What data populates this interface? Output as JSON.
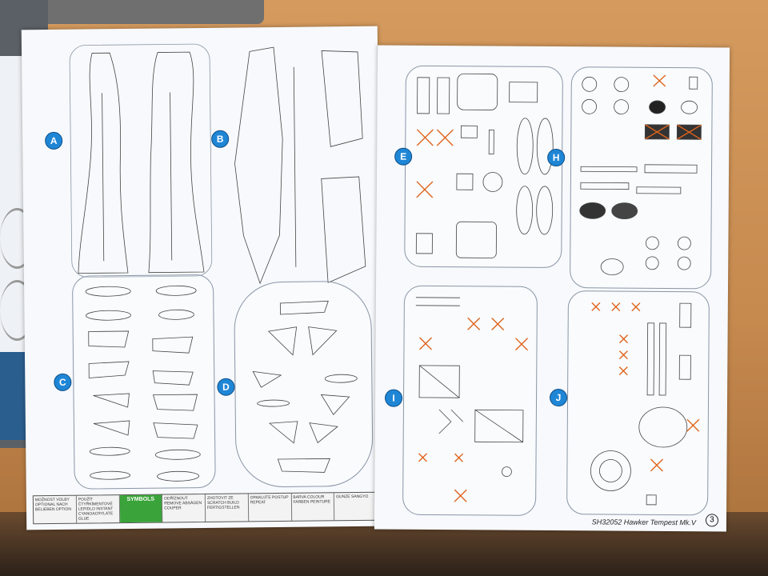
{
  "sprues": {
    "A": "A",
    "B": "B",
    "C": "C",
    "D": "D",
    "E": "E",
    "H": "H",
    "I": "I",
    "J": "J"
  },
  "legend": {
    "optional": "MOŽNOST VOLBY OPTIONAL NACH BELIEBEN OPTION",
    "decal": "POUŽÍT ČTYŘKÍMENTOVÉ LEPIDLO INSTANT CYANOACRYLATE GLUE",
    "symbols": "SYMBOLS",
    "remove": "ODŘÍZNOUT REMOVE ABSÄGEN COUPER",
    "scratch": "ZHOTOVIT ZE SCRATCH BUILD FERTIGSTELLEN",
    "repeat": "OPAKUJTE POSTUP REPEAT",
    "colour": "BARVA COLOUR FARBEN PEINTURE",
    "color_codes": "GUNZE SANGYO"
  },
  "footer": {
    "code": "SH32052",
    "title": "Hawker Tempest Mk.V",
    "page": "3"
  },
  "colors": {
    "marker": "#1f86d6",
    "cross": "#e0641c"
  }
}
